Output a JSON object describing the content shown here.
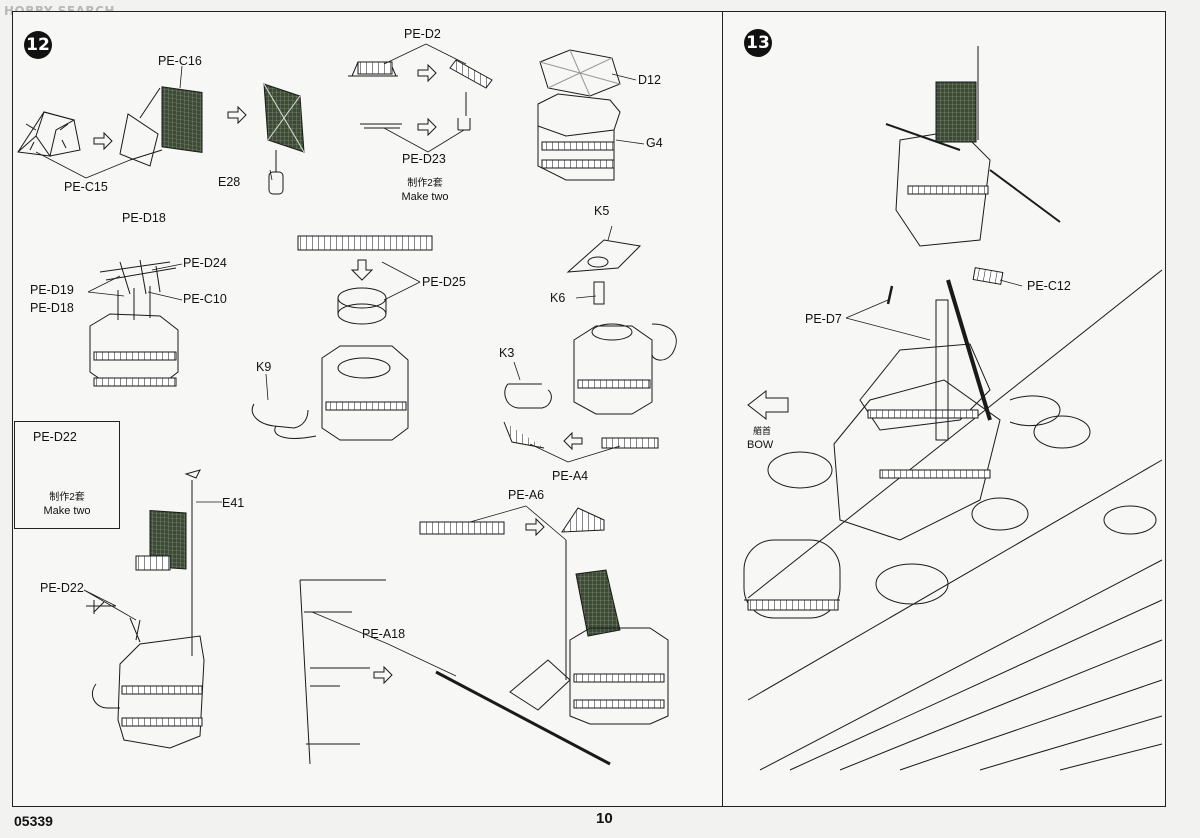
{
  "watermark": "HOBBY SEARCH",
  "footer": {
    "code": "05339",
    "page_number": "10"
  },
  "step12": {
    "number": "12",
    "labels": {
      "pe_c16": "PE-C16",
      "pe_c15": "PE-C15",
      "e28": "E28",
      "pe_d18_top": "PE-D18",
      "pe_d2": "PE-D2",
      "pe_d23": "PE-D23",
      "make_two_cn": "制作2套",
      "make_two": "Make two",
      "d12": "D12",
      "g4": "G4",
      "pe_d24": "PE-D24",
      "pe_d19": "PE-D19",
      "pe_c10": "PE-C10",
      "pe_d18": "PE-D18",
      "pe_d25": "PE-D25",
      "k5": "K5",
      "k6": "K6",
      "k3": "K3",
      "k9": "K9",
      "pe_a4": "PE-A4",
      "e41": "E41",
      "pe_d22": "PE-D22",
      "pe_a6": "PE-A6",
      "pe_a18": "PE-A18"
    },
    "inset": {
      "title": "PE-D22",
      "make_two_cn": "制作2套",
      "make_two": "Make two"
    }
  },
  "step13": {
    "number": "13",
    "labels": {
      "pe_c12": "PE-C12",
      "pe_d7": "PE-D7",
      "bow_cn": "艏首",
      "bow": "BOW"
    }
  },
  "colors": {
    "line": "#1a1a1a",
    "pe_fill": "#3c4a36",
    "paper": "#f7f7f5"
  }
}
